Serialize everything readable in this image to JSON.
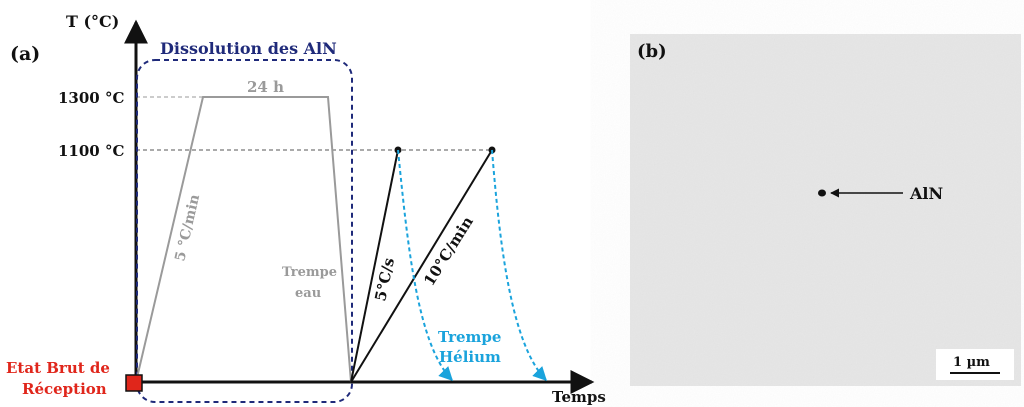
{
  "panel_a": {
    "label": "(a)",
    "y_axis_label": "T (°C)",
    "x_axis_label": "Temps",
    "dissolution_label": "Dissolution des AlN",
    "y_ticks": [
      "1300 °C",
      "1100 °C"
    ],
    "hold_duration": "24 h",
    "heating_rate": "5 °C/min",
    "water_quench": [
      "Trempe",
      "eau"
    ],
    "fast_heating_rate": "5°C/s",
    "slow_heating_rate": "10°C/min",
    "helium_quench": [
      "Trempe",
      "Hélium"
    ],
    "start_state": [
      "Etat Brut de",
      "Réception"
    ]
  },
  "panel_b": {
    "label": "(b)",
    "particle_label": "AlN",
    "scale_bar": "1 µm"
  },
  "colors": {
    "dark_blue": "#1f2a7a",
    "grey": "#9a9a9a",
    "cyan": "#1aa3dc",
    "red": "#e0261b",
    "black": "#111111"
  }
}
